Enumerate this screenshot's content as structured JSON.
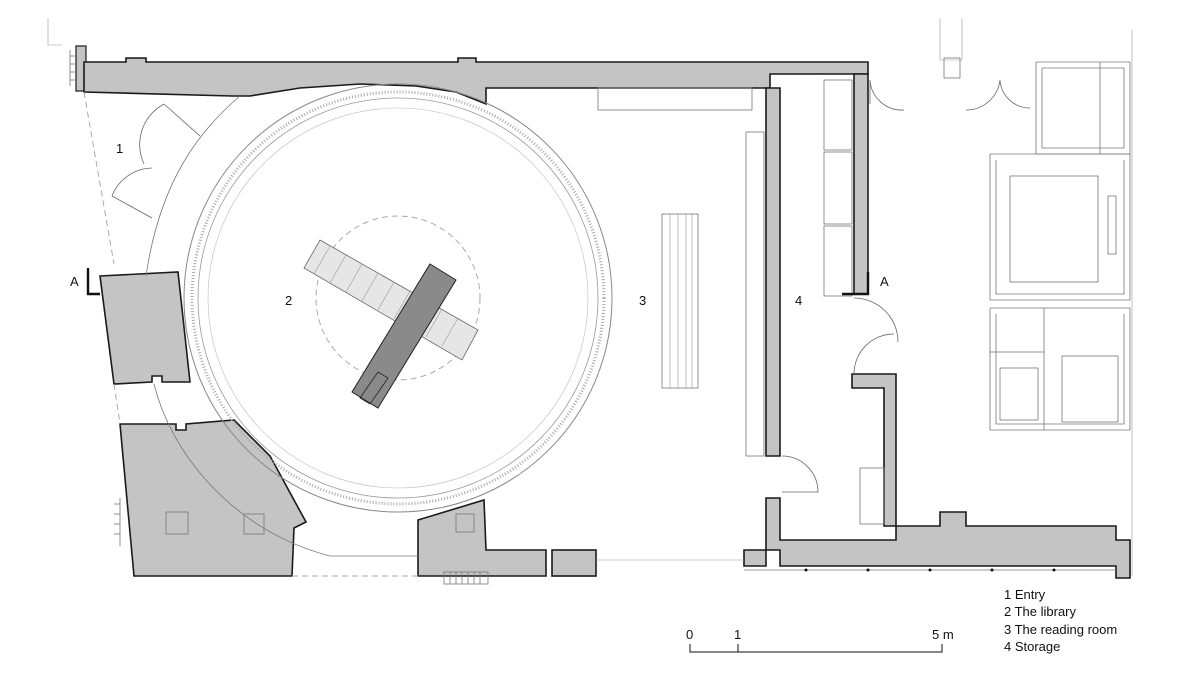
{
  "rooms": {
    "entry_number": "1",
    "library_number": "2",
    "reading_room_number": "3",
    "storage_number": "4"
  },
  "section_marker": {
    "left_label": "A",
    "right_label": "A"
  },
  "scale_bar": {
    "tick_0": "0",
    "tick_1": "1",
    "tick_5": "5 m"
  },
  "legend": {
    "items": [
      "1 Entry",
      "2 The library",
      "3 The reading room",
      "4 Storage"
    ]
  }
}
